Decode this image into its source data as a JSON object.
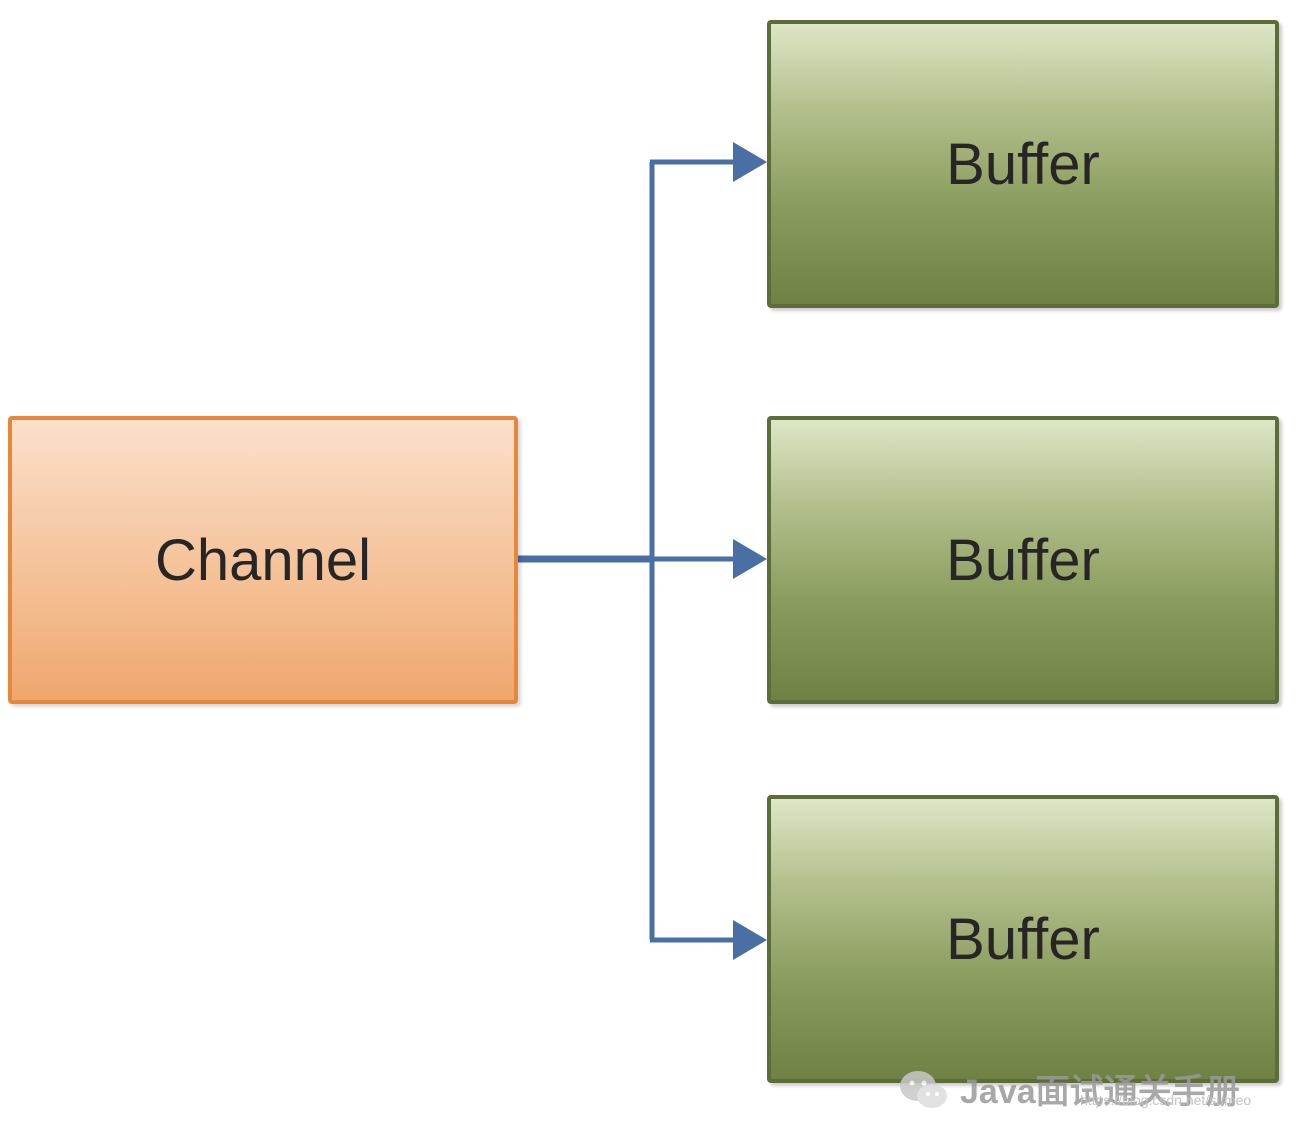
{
  "diagram": {
    "channel": {
      "label": "Channel",
      "fill": "#f4bf93",
      "border": "#e8873a"
    },
    "buffers": [
      {
        "label": "Buffer"
      },
      {
        "label": "Buffer"
      },
      {
        "label": "Buffer"
      }
    ],
    "buffer_colors": {
      "fill": "#8a9c5d",
      "border": "#5d6d3a"
    },
    "connector_color": "#4a6fa5"
  },
  "watermark": {
    "brand": "Java面试通关手册",
    "url": "https://blog.csdn.net/sumeo",
    "logo_icon": "wechat-icon"
  }
}
